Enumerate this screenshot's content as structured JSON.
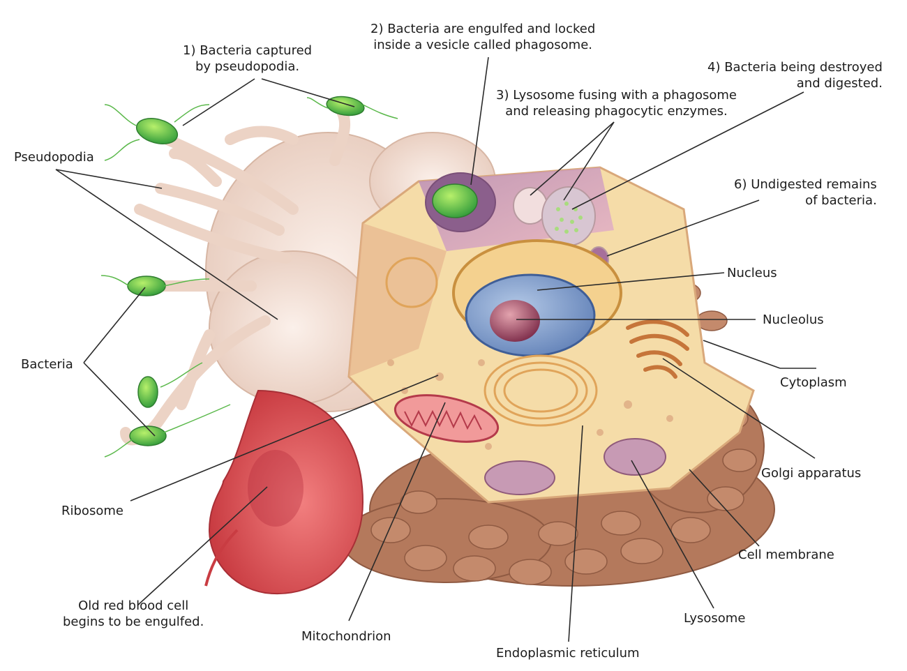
{
  "labels": {
    "step1": [
      "1) Bacteria captured",
      "by pseudopodia."
    ],
    "step2": [
      "2) Bacteria are engulfed and locked",
      "inside a vesicle called phagosome."
    ],
    "step3": [
      "3) Lysosome fusing with a phagosome",
      "and releasing phagocytic enzymes."
    ],
    "step4": [
      "4) Bacteria being destroyed",
      "and digested."
    ],
    "step6": [
      "6) Undigested remains",
      "of bacteria."
    ],
    "pseudopodia": "Pseudopodia",
    "bacteria": "Bacteria",
    "ribosome": "Ribosome",
    "old_rbc": [
      "Old red blood cell",
      "begins to be engulfed."
    ],
    "mitochondrion": "Mitochondrion",
    "er": "Endoplasmic reticulum",
    "lysosome": "Lysosome",
    "cell_membrane": "Cell membrane",
    "golgi": "Golgi apparatus",
    "cytoplasm": "Cytoplasm",
    "nucleolus": "Nucleolus",
    "nucleus": "Nucleus"
  },
  "colors": {
    "pseudopod": "#efd9cc",
    "cytoplasm": "#f6dfa8",
    "membrane_brown": "#b57f62",
    "vesicle_purple": "#c98eb0",
    "nucleus_blue": "#8aa6cf",
    "nucleolus": "#9a3f5b",
    "rbc_red": "#e0575a",
    "bacteria_green": "#47b347",
    "organelle_orange": "#d68a47"
  }
}
